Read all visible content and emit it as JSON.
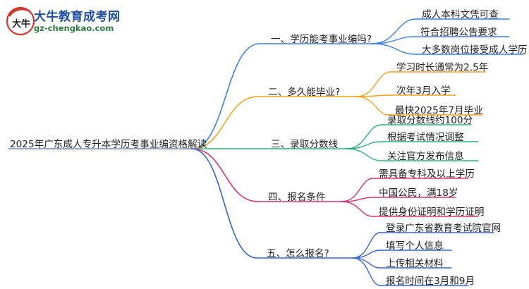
{
  "logo": {
    "glyphs": "大牛",
    "title": "大牛教育成考网",
    "url": "gz-chengkao.com"
  },
  "root": {
    "label": "2025年广东成人专升本学历考事业编资格解读"
  },
  "branches": [
    {
      "label": "一、学历能考事业编吗?",
      "color": "#3d7fe6",
      "leaves": [
        "成人本科文凭可查",
        "符合招聘公告要求",
        "大多数岗位接受成人学历"
      ]
    },
    {
      "label": "二、多久能毕业?",
      "color": "#f3a21d",
      "leaves": [
        "学习时长通常为2.5年",
        "次年3月入学",
        "最快2025年7月毕业"
      ]
    },
    {
      "label": "三、录取分数线",
      "color": "#2bb57a",
      "leaves": [
        "录取分数线约100分",
        "根据考试情况调整",
        "关注官方发布信息"
      ]
    },
    {
      "label": "四、报名条件",
      "color": "#e0306d",
      "leaves": [
        "需具备专科及以上学历",
        "中国公民，满18岁",
        "提供身份证明和学历证明"
      ]
    },
    {
      "label": "五、怎么报名?",
      "color": "#3763d8",
      "leaves": [
        "登录广东省教育考试院官网",
        "填写个人信息",
        "上传相关材料",
        "报名时间在3月和9月"
      ]
    }
  ]
}
